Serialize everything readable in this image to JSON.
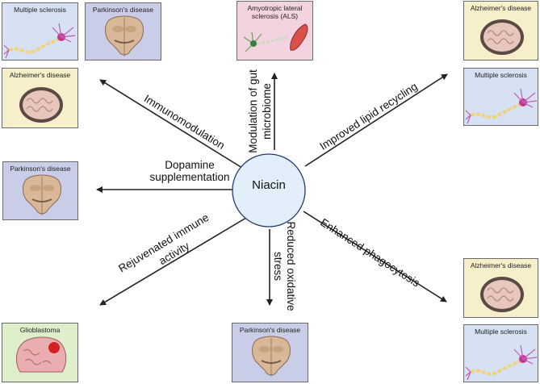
{
  "center": {
    "label": "Niacin"
  },
  "colors": {
    "hub_fill": "#e3eefb",
    "hub_stroke": "#1f3c6e",
    "arrow": "#222222"
  },
  "pathways": [
    {
      "id": "immunomodulation",
      "label": "Immunomodulation"
    },
    {
      "id": "gut",
      "label_lines": [
        "Modulation of gut",
        "microbiome"
      ]
    },
    {
      "id": "lipid",
      "label": "Improved lipid recycling"
    },
    {
      "id": "dopamine",
      "label_lines": [
        "Dopamine",
        "supplementation"
      ]
    },
    {
      "id": "immune",
      "label_lines": [
        "Rejuvenated immune",
        "activity"
      ]
    },
    {
      "id": "oxidative",
      "label_lines": [
        "Reduced oxidative",
        "stress"
      ]
    },
    {
      "id": "phagocytosis",
      "label": "Enhanced phagocytosis"
    }
  ],
  "diseases": {
    "ms_top_left": {
      "label": "Multiple sclerosis",
      "icon": "neuron-icon"
    },
    "pd_top_left": {
      "label": "Parkinson's disease",
      "icon": "midbrain-section-icon"
    },
    "ad_left": {
      "label": "Alzheimer's disease",
      "icon": "brain-section-icon"
    },
    "als_top": {
      "label_lines": [
        "Amyotropic lateral",
        "sclerosis (ALS)"
      ],
      "icon": "motor-neuron-muscle-icon"
    },
    "ad_top_right": {
      "label": "Alzheimer's disease",
      "icon": "brain-section-icon"
    },
    "ms_right": {
      "label": "Multiple sclerosis",
      "icon": "neuron-icon"
    },
    "pd_left": {
      "label": "Parkinson's disease",
      "icon": "midbrain-section-icon"
    },
    "gbm": {
      "label": "Glioblastoma",
      "icon": "brain-tumor-icon"
    },
    "pd_bottom": {
      "label": "Parkinson's disease",
      "icon": "midbrain-section-icon"
    },
    "ad_bottom_right": {
      "label": "Alzheimer's disease",
      "icon": "brain-section-icon"
    },
    "ms_bottom_right": {
      "label": "Multiple sclerosis",
      "icon": "neuron-icon"
    }
  }
}
